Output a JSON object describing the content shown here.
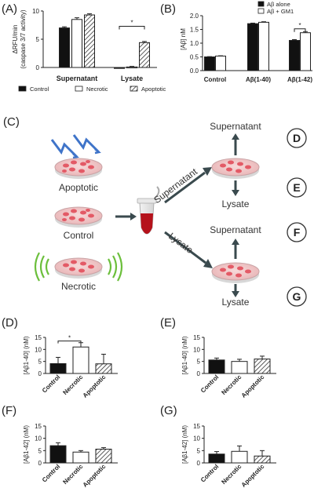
{
  "panel_labels": {
    "A": "(A)",
    "B": "(B)",
    "C": "(C)",
    "D": "(D)",
    "E": "(E)",
    "F": "(F)",
    "G": "(G)"
  },
  "colors": {
    "control": "#111111",
    "necrotic": "#ffffff",
    "apoptotic_hatch": "#333333",
    "arrow": "#3a4a4e",
    "lightning": "#3f74c9",
    "waves": "#6cbf3c",
    "cells": "#e35a66"
  },
  "chart_data": [
    {
      "id": "A",
      "type": "bar",
      "ylabel": "ΔRFU/min",
      "ylabel2": "(caspase 3/7 activity)",
      "ylim": [
        0,
        10
      ],
      "yticks": [
        "0",
        "5",
        "10"
      ],
      "groups": [
        "Supernatant",
        "Lysate"
      ],
      "series": [
        {
          "name": "Control",
          "values": [
            7.0,
            -0.1
          ],
          "errors": [
            0.2,
            0.1
          ]
        },
        {
          "name": "Necrotic",
          "values": [
            8.5,
            0.1
          ],
          "errors": [
            0.3,
            0.1
          ]
        },
        {
          "name": "Apoptotic",
          "values": [
            9.3,
            4.4
          ],
          "errors": [
            0.2,
            0.2
          ]
        }
      ],
      "significance": "*",
      "legend": [
        "Control",
        "Necrotic",
        "Apoptotic"
      ]
    },
    {
      "id": "B",
      "type": "bar",
      "ylabel": "[Aβ] nM",
      "ylim": [
        0,
        2
      ],
      "yticks": [
        "0.0",
        "0.5",
        "1.0",
        "1.5",
        "2.0"
      ],
      "groups": [
        "Control",
        "Aβ(1-40)",
        "Aβ(1-42)"
      ],
      "series": [
        {
          "name": "Aβ alone",
          "values": [
            0.5,
            1.71,
            1.1
          ],
          "errors": [
            0.01,
            0.02,
            0.03
          ]
        },
        {
          "name": "Aβ + GM1",
          "values": [
            0.53,
            1.76,
            1.38
          ],
          "errors": [
            0.01,
            0.02,
            0.04
          ]
        }
      ],
      "significance": "*",
      "legend": [
        "Aβ alone",
        "Aβ + GM1"
      ]
    },
    {
      "id": "D",
      "type": "bar",
      "ylabel": "[Aβ1-40] (nM)",
      "ylim": [
        0,
        15
      ],
      "yticks": [
        "0",
        "5",
        "10",
        "15"
      ],
      "categories": [
        "Control",
        "Necrotic",
        "Apoptotic"
      ],
      "values": [
        4.1,
        11.0,
        4.0
      ],
      "errors": [
        2.6,
        1.8,
        4.0
      ],
      "significance": "*"
    },
    {
      "id": "E",
      "type": "bar",
      "ylabel": "[Aβ1-40] (nM)",
      "ylim": [
        0,
        15
      ],
      "yticks": [
        "0",
        "5",
        "10",
        "15"
      ],
      "categories": [
        "Control",
        "Necrotic",
        "Apoptotic"
      ],
      "values": [
        5.6,
        5.0,
        6.0
      ],
      "errors": [
        0.8,
        0.9,
        1.2
      ]
    },
    {
      "id": "F",
      "type": "bar",
      "ylabel": "[Aβ1-42] (nM)",
      "ylim": [
        0,
        15
      ],
      "yticks": [
        "0",
        "5",
        "10",
        "15"
      ],
      "categories": [
        "Control",
        "Necrotic",
        "Apoptotic"
      ],
      "values": [
        7.0,
        4.4,
        5.6
      ],
      "errors": [
        1.2,
        0.6,
        0.6
      ]
    },
    {
      "id": "G",
      "type": "bar",
      "ylabel": "[Aβ1-42] (nM)",
      "ylim": [
        0,
        15
      ],
      "yticks": [
        "0",
        "5",
        "10",
        "15"
      ],
      "categories": [
        "Control",
        "Necrotic",
        "Apoptotic"
      ],
      "values": [
        3.6,
        4.7,
        2.8
      ],
      "errors": [
        1.0,
        2.2,
        2.2
      ]
    }
  ],
  "diagram": {
    "apoptotic": "Apoptotic",
    "control": "Control",
    "necrotic": "Necrotic",
    "supernatant_top": "Supernatant",
    "lysate_top": "Lysate",
    "supernatant_bottom": "Supernatant",
    "lysate_bottom": "Lysate",
    "branch_supernatant": "Supernatant",
    "branch_lysate": "Lysate",
    "circle_D": "D",
    "circle_E": "E",
    "circle_F": "F",
    "circle_G": "G"
  }
}
